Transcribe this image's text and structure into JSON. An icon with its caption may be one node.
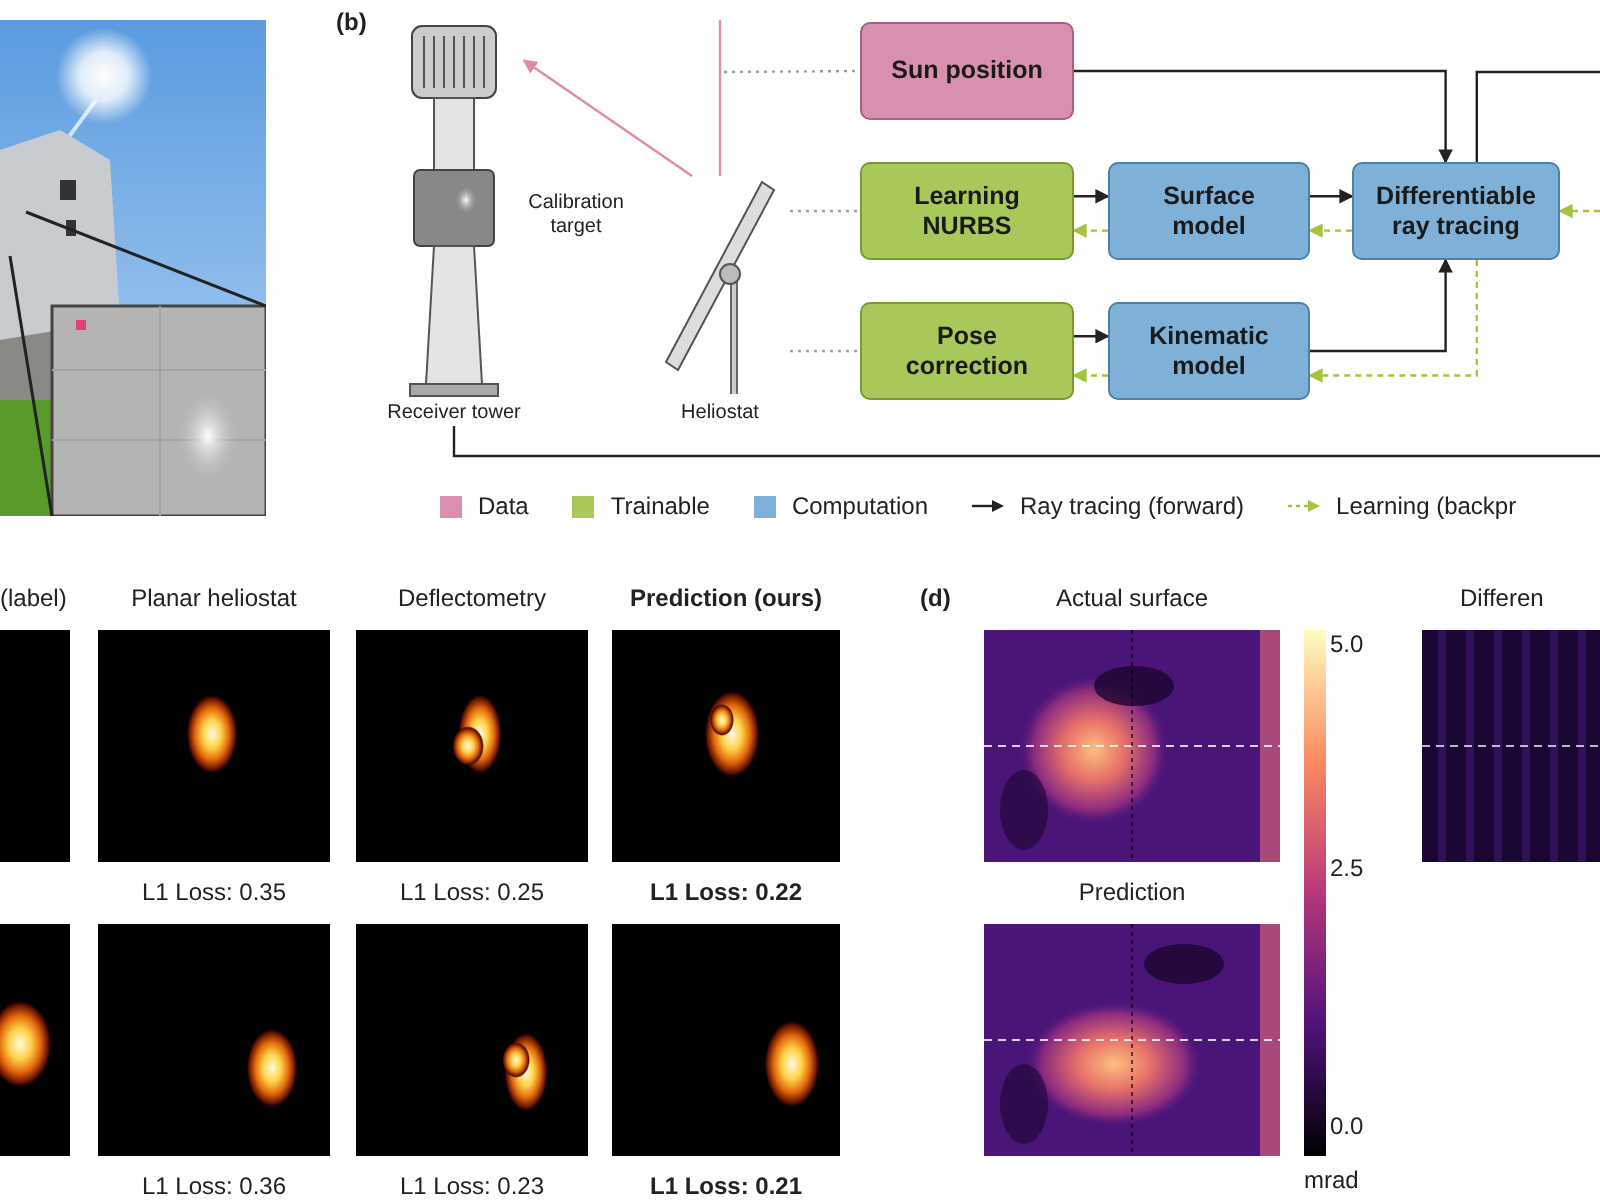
{
  "diagram": {
    "nodes": [
      {
        "text": [
          "Receiver tower"
        ],
        "beside": [
          "Calibration target"
        ]
      },
      {
        "text": [
          "Heliostat"
        ]
      },
      {
        "text": [
          "Sun position"
        ]
      },
      {
        "text": [
          "Learning NURBS"
        ]
      },
      {
        "text": [
          "Surface model"
        ]
      },
      {
        "text": [
          "Differentiable ray tracing"
        ]
      },
      {
        "text": [
          "Pose correction"
        ]
      },
      {
        "text": [
          "Kinematic model"
        ]
      }
    ],
    "edges": [
      {
        "from": 1,
        "to": 0,
        "arrow": "to",
        "color": "#e08aa8"
      },
      {
        "from": null,
        "to": 1,
        "arrow": "none",
        "color": "#e08aa8"
      },
      {
        "from": null,
        "to": 2,
        "arrow": "none",
        "style": "dashed",
        "color": "#a0a0a0"
      },
      {
        "from": 1,
        "to": 3,
        "arrow": "none",
        "style": "dashed",
        "color": "#a0a0a0"
      },
      {
        "from": 1,
        "to": 6,
        "arrow": "none",
        "style": "dashed",
        "color": "#a0a0a0"
      },
      {
        "from": 2,
        "to": 5,
        "arrow": "to"
      },
      {
        "from": 3,
        "to": 4,
        "arrow": "to"
      },
      {
        "from": 4,
        "to": 5,
        "arrow": "to"
      },
      {
        "from": 6,
        "to": 7,
        "arrow": "to"
      },
      {
        "from": 7,
        "to": 5,
        "arrow": "to"
      },
      {
        "from": 4,
        "to": 3,
        "arrow": "to",
        "style": "dashed",
        "color": "#a3c43c"
      },
      {
        "from": 5,
        "to": 4,
        "arrow": "to",
        "style": "dashed",
        "color": "#a3c43c"
      },
      {
        "from": 5,
        "to": 7,
        "arrow": "to",
        "style": "dashed",
        "color": "#a3c43c"
      },
      {
        "from": 7,
        "to": 6,
        "arrow": "to",
        "style": "dashed",
        "color": "#a3c43c"
      },
      {
        "from": null,
        "to": 5,
        "arrow": "to",
        "style": "dashed",
        "color": "#a3c43c"
      },
      {
        "from": 5,
        "to": null,
        "arrow": "none"
      },
      {
        "from": 0,
        "to": null,
        "arrow": "none"
      }
    ],
    "labels": [
      "(b)",
      "(label)",
      "Planar heliostat",
      "Deflectometry",
      "Prediction (ours)",
      "L1 Loss: 0.35",
      "L1 Loss: 0.25",
      "L1 Loss: 0.22",
      "L1 Loss: 0.36",
      "L1 Loss: 0.23",
      "L1 Loss: 0.21",
      "(d)",
      "Actual surface",
      "5.0",
      "2.5",
      "0.0",
      "mrad",
      "Prediction",
      "Differen"
    ],
    "legend": [
      {
        "text": "Data",
        "color": "#d98fb0"
      },
      {
        "text": "Trainable",
        "color": "#a8c85a"
      },
      {
        "text": "Computation",
        "color": "#7fb0d8"
      },
      {
        "text": "Ray tracing (forward)"
      },
      {
        "text": "Learning (backpr"
      }
    ]
  }
}
